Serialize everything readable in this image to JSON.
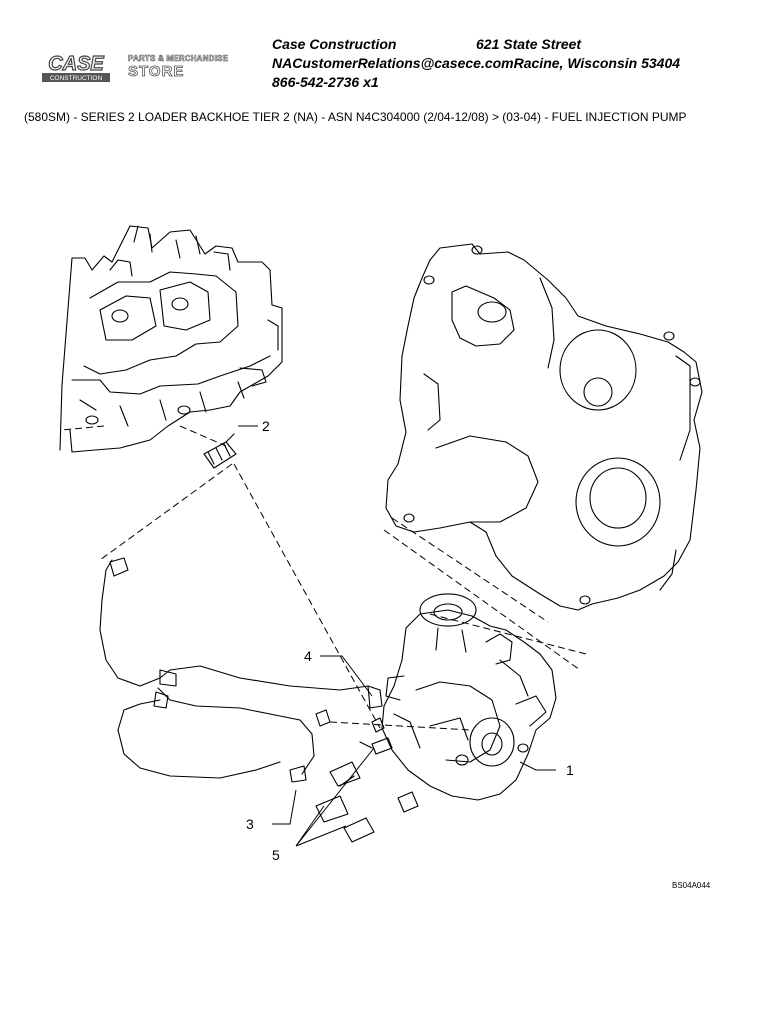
{
  "header": {
    "company": "Case Construction",
    "street": "621 State Street",
    "email_city": "NACustomerRelations@casece.comRacine, Wisconsin 53404",
    "phone": "866-542-2736 x1",
    "logo_text": "CASE",
    "logo_sub": "CONSTRUCTION",
    "store_top": "PARTS & MERCHANDISE",
    "store_main": "STORE"
  },
  "breadcrumb": "(580SM) - SERIES 2 LOADER BACKHOE TIER 2 (NA) - ASN N4C304000 (2/04-12/08) > (03-04) - FUEL INJECTION PUMP",
  "callouts": [
    "1",
    "2",
    "3",
    "4",
    "5"
  ],
  "figure_id": "BS04A044"
}
